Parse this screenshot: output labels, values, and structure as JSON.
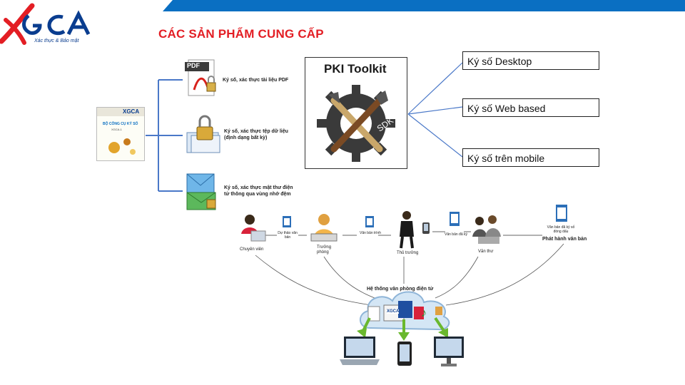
{
  "logo": {
    "brand": "XGCA",
    "tagline": "Xác thực & Bảo mật"
  },
  "title": "CÁC SẢN PHẨM CUNG CẤP",
  "left_products": [
    {
      "desc": "Ký số, xác thực tài liệu PDF"
    },
    {
      "desc": "Ký số, xác thực tệp dữ liệu (định dạng bất kỳ)"
    },
    {
      "desc": "Ký số, xác thực mật thư điện tử thông qua vùng nhớ đệm"
    }
  ],
  "pdf_badge": "PDF",
  "cover": {
    "brand": "XGCA",
    "title": "BỘ CÔNG CỤ KÝ SỐ",
    "sub": "XGCA-1"
  },
  "toolkit": {
    "title": "PKI Toolkit",
    "badge": "SDK"
  },
  "right_boxes": [
    "Ký số Desktop",
    "Ký số Web based",
    "Ký số trên mobile"
  ],
  "workflow": {
    "roles": [
      "Chuyên viên",
      "Trưởng phòng",
      "Thủ trưởng",
      "Văn thư",
      "Phát hành văn bản"
    ],
    "doc_notes": [
      "Dự thảo văn bản",
      "Văn bản trình",
      "Văn bản đã ký",
      "Văn bản đã ký số đóng dấu"
    ],
    "system": "Hệ thống văn phòng điện tử",
    "cloud_logo": "XGCA"
  },
  "colors": {
    "accent": "#e31e24",
    "brand_blue": "#0a3d8f",
    "line_blue": "#4a78c8",
    "arrow_green": "#6ab82e"
  }
}
